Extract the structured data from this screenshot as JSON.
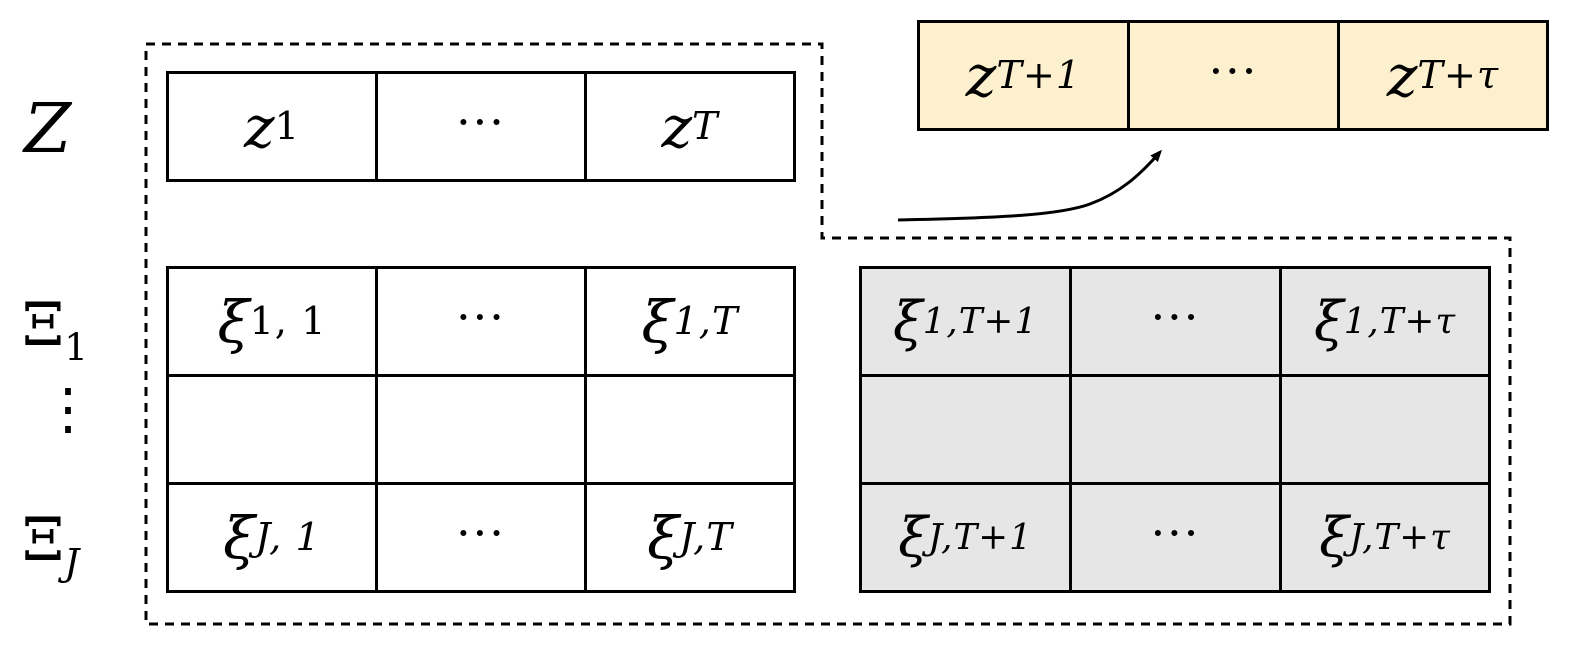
{
  "row_labels": {
    "z": "Z",
    "xi_first_main": "Ξ",
    "xi_first_sub": "1",
    "vdots": "⋮",
    "xi_last_main": "Ξ",
    "xi_last_sub": "J"
  },
  "z_history": [
    {
      "main": "z",
      "sub": "1"
    },
    {
      "main": "···",
      "sub": ""
    },
    {
      "main": "z",
      "sub": "T"
    }
  ],
  "z_future": [
    {
      "main": "z",
      "sub": "T+1"
    },
    {
      "main": "···",
      "sub": ""
    },
    {
      "main": "z",
      "sub": "T+τ"
    }
  ],
  "xi_history": {
    "row_first": [
      {
        "main": "ξ",
        "sub": "1, 1"
      },
      {
        "main": "···",
        "sub": ""
      },
      {
        "main": "ξ",
        "sub": "1,T"
      }
    ],
    "row_last": [
      {
        "main": "ξ",
        "sub": "J, 1"
      },
      {
        "main": "···",
        "sub": ""
      },
      {
        "main": "ξ",
        "sub": "J,T"
      }
    ]
  },
  "xi_future": {
    "row_first": [
      {
        "main": "ξ",
        "sub": "1,T+1"
      },
      {
        "main": "···",
        "sub": ""
      },
      {
        "main": "ξ",
        "sub": "1,T+τ"
      }
    ],
    "row_last": [
      {
        "main": "ξ",
        "sub": "J,T+1"
      },
      {
        "main": "···",
        "sub": ""
      },
      {
        "main": "ξ",
        "sub": "J,T+τ"
      }
    ]
  },
  "colors": {
    "future_z_fill": "#fdf0cf",
    "future_xi_fill": "#e6e6e6",
    "line": "#000000"
  }
}
